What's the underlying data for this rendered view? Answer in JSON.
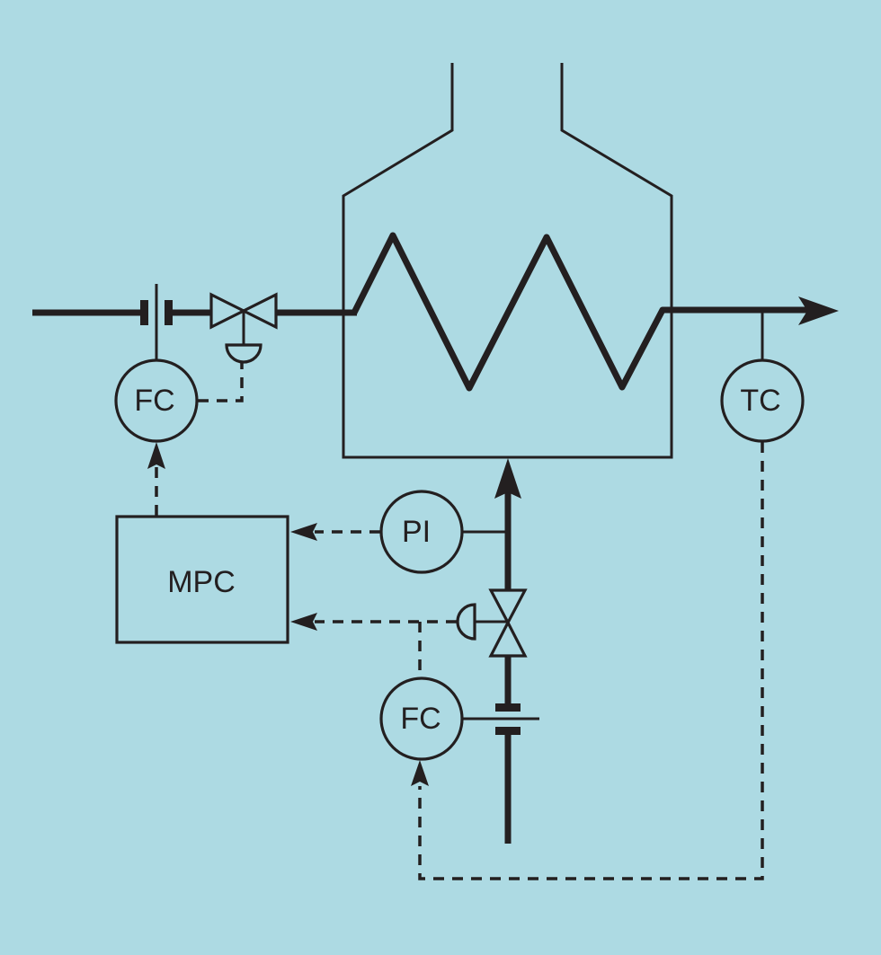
{
  "diagram": {
    "type": "process-control-schematic",
    "subject": "Fired heater with model predictive control",
    "colors": {
      "background": "#addae3",
      "ink": "#231f20"
    },
    "equipment": [
      {
        "id": "furnace",
        "kind": "fired heater with stack"
      },
      {
        "id": "coil",
        "kind": "process heating coil"
      }
    ],
    "instruments": {
      "fc_feed": {
        "label": "FC",
        "role": "feed flow controller"
      },
      "tc_outlet": {
        "label": "TC",
        "role": "outlet temperature controller"
      },
      "pi_fuel": {
        "label": "PI",
        "role": "fuel pressure indicator"
      },
      "fc_fuel": {
        "label": "FC",
        "role": "fuel flow controller"
      },
      "mpc": {
        "label": "MPC",
        "role": "model predictive controller"
      }
    },
    "signals": [
      {
        "from": "fc_feed",
        "to": "feed-valve",
        "type": "signal"
      },
      {
        "from": "mpc",
        "to": "fc_feed",
        "type": "setpoint"
      },
      {
        "from": "pi_fuel",
        "to": "mpc",
        "type": "measurement"
      },
      {
        "from": "fuel-valve",
        "to": "mpc",
        "type": "valve position"
      },
      {
        "from": "fc_fuel",
        "to": "fuel-valve",
        "type": "signal"
      },
      {
        "from": "tc_outlet",
        "to": "fc_fuel",
        "type": "cascade setpoint"
      }
    ]
  }
}
